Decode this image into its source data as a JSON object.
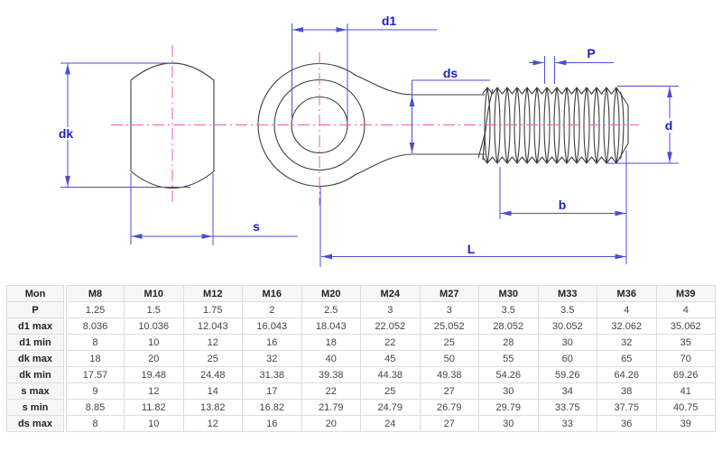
{
  "drawing": {
    "labels": {
      "d1": "d1",
      "ds": "ds",
      "P": "P",
      "d": "d",
      "dk": "dk",
      "s": "s",
      "b": "b",
      "L": "L"
    },
    "colors": {
      "dimension_line": "#4d4dd3",
      "dimension_label": "#1e1ec4",
      "centerline": "#f25ab5",
      "part_outline": "#3d3d3d"
    }
  },
  "table": {
    "columns": [
      "Mon",
      "M8",
      "M10",
      "M12",
      "M16",
      "M20",
      "M24",
      "M27",
      "M30",
      "M33",
      "M36",
      "M39"
    ],
    "rows": [
      {
        "label": "P",
        "values": [
          "1.25",
          "1.5",
          "1.75",
          "2",
          "2.5",
          "3",
          "3",
          "3.5",
          "3.5",
          "4",
          "4"
        ]
      },
      {
        "label": "d1 max",
        "values": [
          "8.036",
          "10.036",
          "12.043",
          "16.043",
          "18.043",
          "22.052",
          "25.052",
          "28.052",
          "30.052",
          "32.062",
          "35.062"
        ]
      },
      {
        "label": "d1 min",
        "values": [
          "8",
          "10",
          "12",
          "16",
          "18",
          "22",
          "25",
          "28",
          "30",
          "32",
          "35"
        ]
      },
      {
        "label": "dk max",
        "values": [
          "18",
          "20",
          "25",
          "32",
          "40",
          "45",
          "50",
          "55",
          "60",
          "65",
          "70"
        ]
      },
      {
        "label": "dk min",
        "values": [
          "17.57",
          "19.48",
          "24.48",
          "31.38",
          "39.38",
          "44.38",
          "49.38",
          "54.26",
          "59.26",
          "64.26",
          "69.26"
        ]
      },
      {
        "label": "s max",
        "values": [
          "9",
          "12",
          "14",
          "17",
          "22",
          "25",
          "27",
          "30",
          "34",
          "38",
          "41"
        ]
      },
      {
        "label": "s min",
        "values": [
          "8.85",
          "11.82",
          "13.82",
          "16.82",
          "21.79",
          "24.79",
          "26.79",
          "29.79",
          "33.75",
          "37.75",
          "40.75"
        ]
      },
      {
        "label": "ds max",
        "values": [
          "8",
          "10",
          "12",
          "16",
          "20",
          "24",
          "27",
          "30",
          "33",
          "36",
          "39"
        ]
      }
    ]
  }
}
